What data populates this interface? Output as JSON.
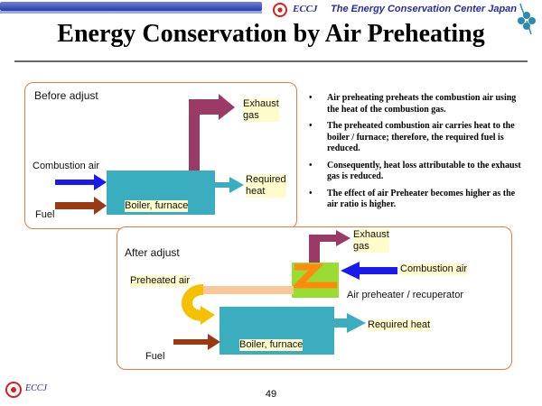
{
  "header": {
    "brand": "ECCJ",
    "organization": "The Energy Conservation Center Japan"
  },
  "title": "Energy Conservation by Air Preheating",
  "before": {
    "heading": "Before adjust",
    "exhaust": [
      "Exhaust",
      "gas"
    ],
    "combustion_air": "Combustion air",
    "fuel": "Fuel",
    "boiler": "Boiler, furnace",
    "required_heat": [
      "Required",
      "heat"
    ]
  },
  "after": {
    "heading": "After adjust",
    "exhaust": [
      "Exhaust",
      "gas"
    ],
    "preheated_air": "Preheated air",
    "combustion_air": "Combustion air",
    "preheater": "Air preheater / recuperator",
    "required_heat": "Required heat",
    "boiler": "Boiler, furnace",
    "fuel": "Fuel"
  },
  "bullets": [
    "Air preheating preheats the combustion air using the heat of the combustion gas.",
    "The preheated combustion air carries heat to the boiler / furnace; therefore, the required fuel is reduced.",
    "Consequently, heat loss attributable to the exhaust gas is reduced.",
    "The effect of air Preheater becomes higher as the air ratio is higher."
  ],
  "footer": {
    "brand": "ECCJ",
    "page_number": "49"
  },
  "colors": {
    "exhaust": "#9b3a64",
    "air": "#1a1aee",
    "fuel": "#9a3a12",
    "boiler": "#3aaebf",
    "preheated": "#f5c000",
    "preheater_box": "#99dd33",
    "frame": "#ee7a3a"
  }
}
